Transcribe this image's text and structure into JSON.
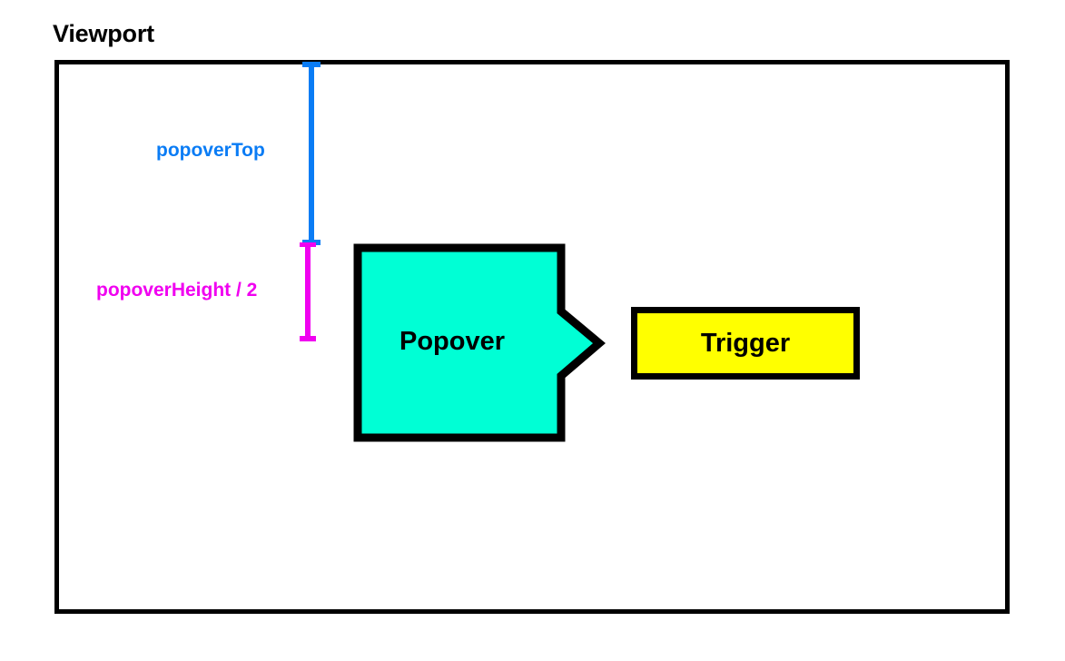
{
  "diagram": {
    "title": "Viewport",
    "background_color": "#ffffff"
  },
  "viewport": {
    "label": "Viewport",
    "border_color": "#000000",
    "fill_color": "#ffffff"
  },
  "measurements": [
    {
      "name": "popoverTop",
      "label": "popoverTop",
      "color": "#0a7cf5",
      "orientation": "vertical"
    },
    {
      "name": "popoverHeight-half",
      "label": "popoverHeight / 2",
      "color": "#f000f0",
      "orientation": "vertical"
    }
  ],
  "shapes": {
    "popover": {
      "label": "Popover",
      "fill_color": "#00ffd5",
      "border_color": "#000000",
      "pointer_direction": "right"
    },
    "trigger": {
      "label": "Trigger",
      "fill_color": "#ffff00",
      "border_color": "#000000"
    }
  }
}
